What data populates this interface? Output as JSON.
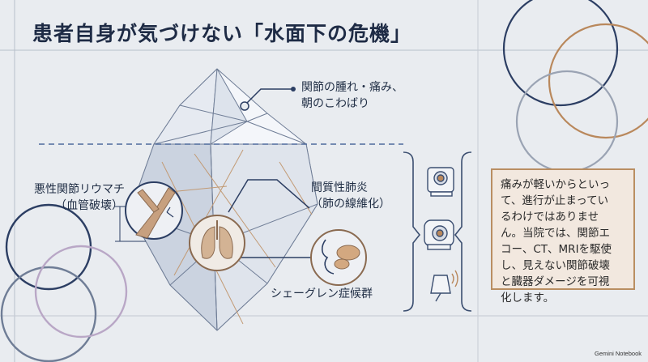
{
  "title": "患者自身が気づけない「水面下の危機」",
  "labels": {
    "surface": {
      "line1": "関節の腫れ・痛み、",
      "line2": "朝のこわばり"
    },
    "ra": {
      "line1": "悪性関節リウマチ",
      "line2": "（血管破壊）"
    },
    "ild": {
      "line1": "間質性肺炎",
      "line2": "（肺の線維化）"
    },
    "sjogren": "シェーグレン症候群"
  },
  "icons": [
    "mri-machine-icon",
    "ct-scanner-icon",
    "ultrasound-probe-icon"
  ],
  "message_lines": [
    "痛みが軽いからといっ",
    "て、進行が止まってい",
    "るわけではありませ",
    "ん。当院では、関節エ",
    "コー、CT、MRIを駆使",
    "し、見えない関節破壊",
    "と臓器ダメージを可視",
    "化します。"
  ],
  "brand": "Gemini Notebook",
  "colors": {
    "navy": "#2c3e63",
    "bronze": "#b9885c",
    "accent_box": "#f2e8df"
  }
}
